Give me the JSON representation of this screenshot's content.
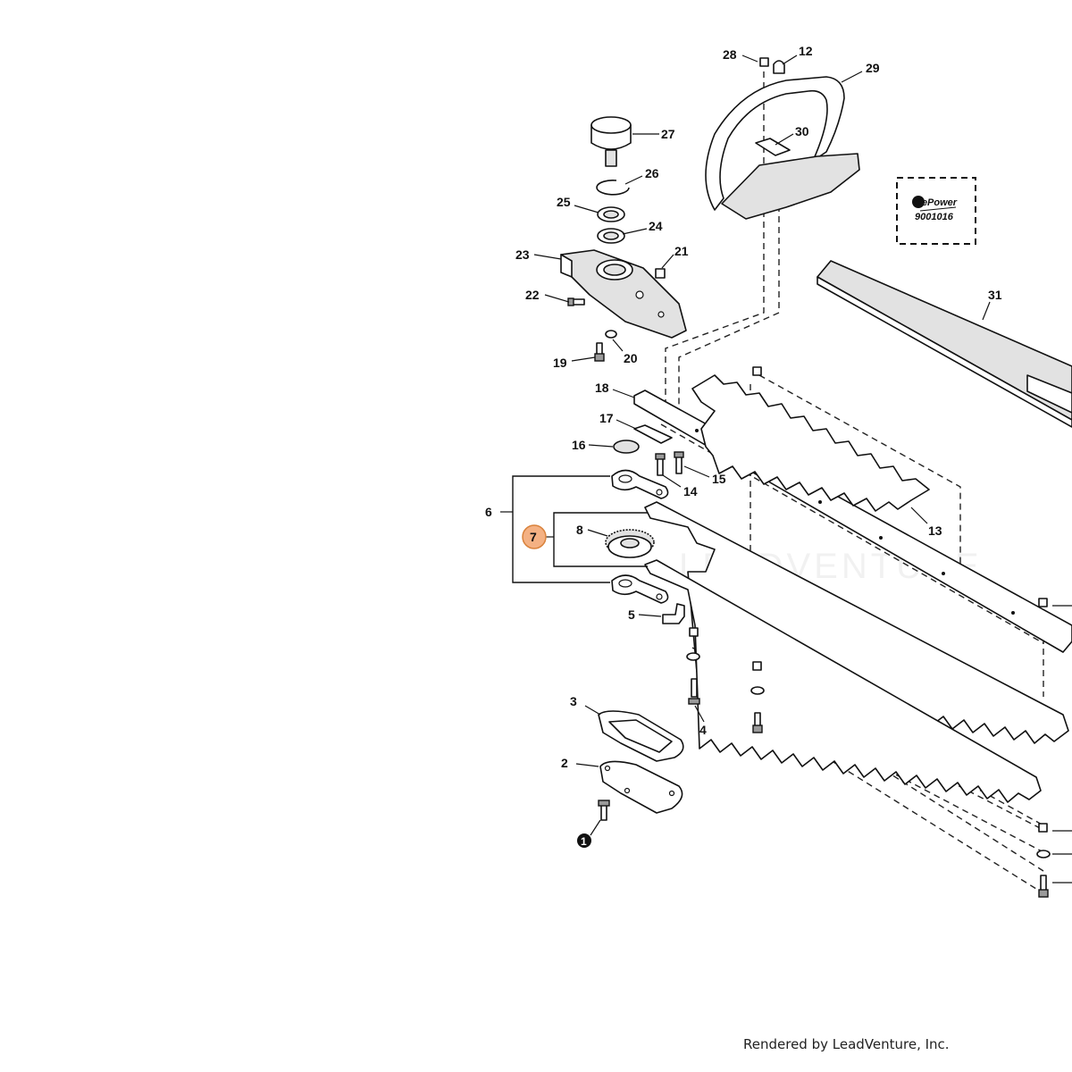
{
  "diagram": {
    "callouts": {
      "p1": "1",
      "p2": "2",
      "p3": "3",
      "p4": "4",
      "p5": "5",
      "p6": "6",
      "p7": "7",
      "p8": "8",
      "p12": "12",
      "p13": "13",
      "p14": "14",
      "p15": "15",
      "p16": "16",
      "p17": "17",
      "p18": "18",
      "p19": "19",
      "p20": "20",
      "p21": "21",
      "p22": "22",
      "p23": "23",
      "p24": "24",
      "p25": "25",
      "p26": "26",
      "p27": "27",
      "p28": "28",
      "p29": "29",
      "p30": "30",
      "p31": "31"
    },
    "repower_box": {
      "logo_text": "RePower",
      "part_number": "9001016"
    },
    "highlight_color": "#f4b183",
    "highlight_stroke": "#d9823b"
  },
  "watermark": {
    "text": "LEADVENTURE"
  },
  "footer": {
    "rendered_by": "Rendered by LeadVenture, Inc."
  }
}
